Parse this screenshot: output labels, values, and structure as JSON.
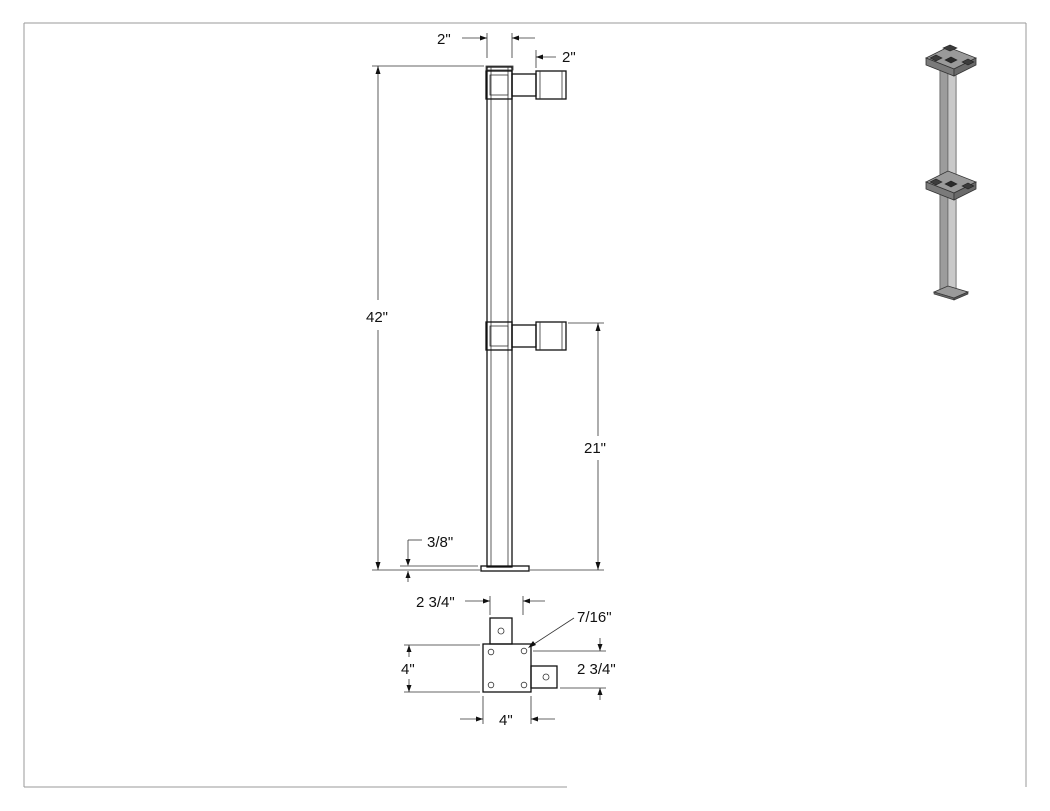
{
  "dimensions": {
    "post_width_top": "2\"",
    "arm_width_top": "2\"",
    "overall_height": "42\"",
    "mid_height": "21\"",
    "base_plate_thickness": "3/8\"",
    "arm_width_plan": "2 3/4\"",
    "hole_diameter": "7/16\"",
    "arm_offset_plan": "2 3/4\"",
    "plate_depth": "4\"",
    "plate_width": "4\""
  },
  "colors": {
    "line": "#222222",
    "frame": "#9a9a9a",
    "iso_face_light": "#a8a8a8",
    "iso_face_dark": "#6e6e6e"
  }
}
